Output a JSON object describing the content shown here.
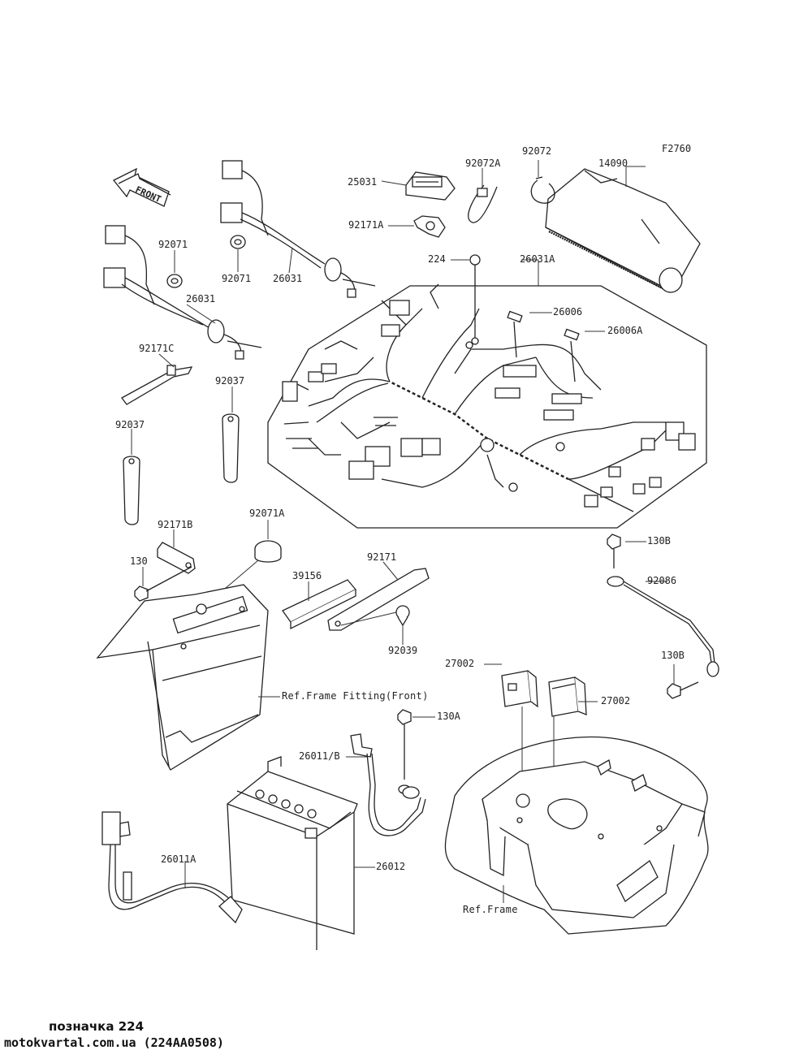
{
  "diagram": {
    "code": "F2760",
    "front_label": "FRONT",
    "colors": {
      "line": "#222222",
      "background": "#ffffff"
    },
    "parts": {
      "p14090": "14090",
      "p92072": "92072",
      "p92072A": "92072A",
      "p25031": "25031",
      "p92171A": "92171A",
      "p224": "224",
      "p26031A": "26031A",
      "p26006": "26006",
      "p26006A": "26006A",
      "p92071a": "92071",
      "p92071b": "92071",
      "p26031a": "26031",
      "p26031b": "26031",
      "p92171C": "92171C",
      "p92037a": "92037",
      "p92037b": "92037",
      "p92171B": "92171B",
      "p130": "130",
      "p92071A": "92071A",
      "p39156": "39156",
      "p92171": "92171",
      "p92039": "92039",
      "p130Ba": "130B",
      "p92086": "92086",
      "p130Bb": "130B",
      "p27002a": "27002",
      "p27002b": "27002",
      "p130A": "130A",
      "p26011B": "26011/B",
      "p26012": "26012",
      "p26011A": "26011A"
    },
    "refs": {
      "frame_fitting_front": "Ref.Frame Fitting(Front)",
      "frame": "Ref.Frame"
    }
  },
  "footer": {
    "caption": "позначка 224",
    "source": "motokvartal.com.ua (224AA0508)"
  }
}
